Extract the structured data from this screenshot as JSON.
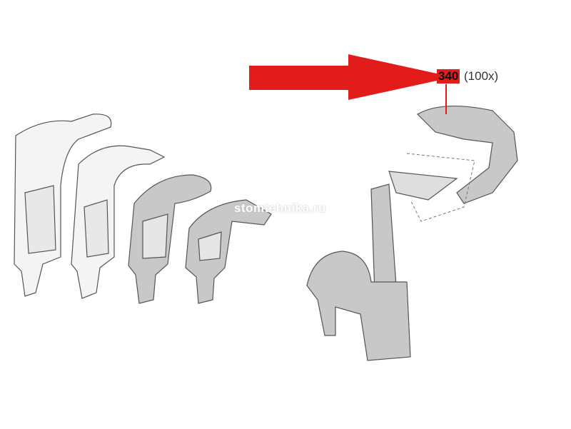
{
  "callout": {
    "part_number": "340",
    "quantity": "(100x)"
  },
  "watermark": "stomtehnika.ru",
  "colors": {
    "arrow": "#e21b1b",
    "part_fill": "#c8c8c8",
    "outline": "#555555"
  }
}
